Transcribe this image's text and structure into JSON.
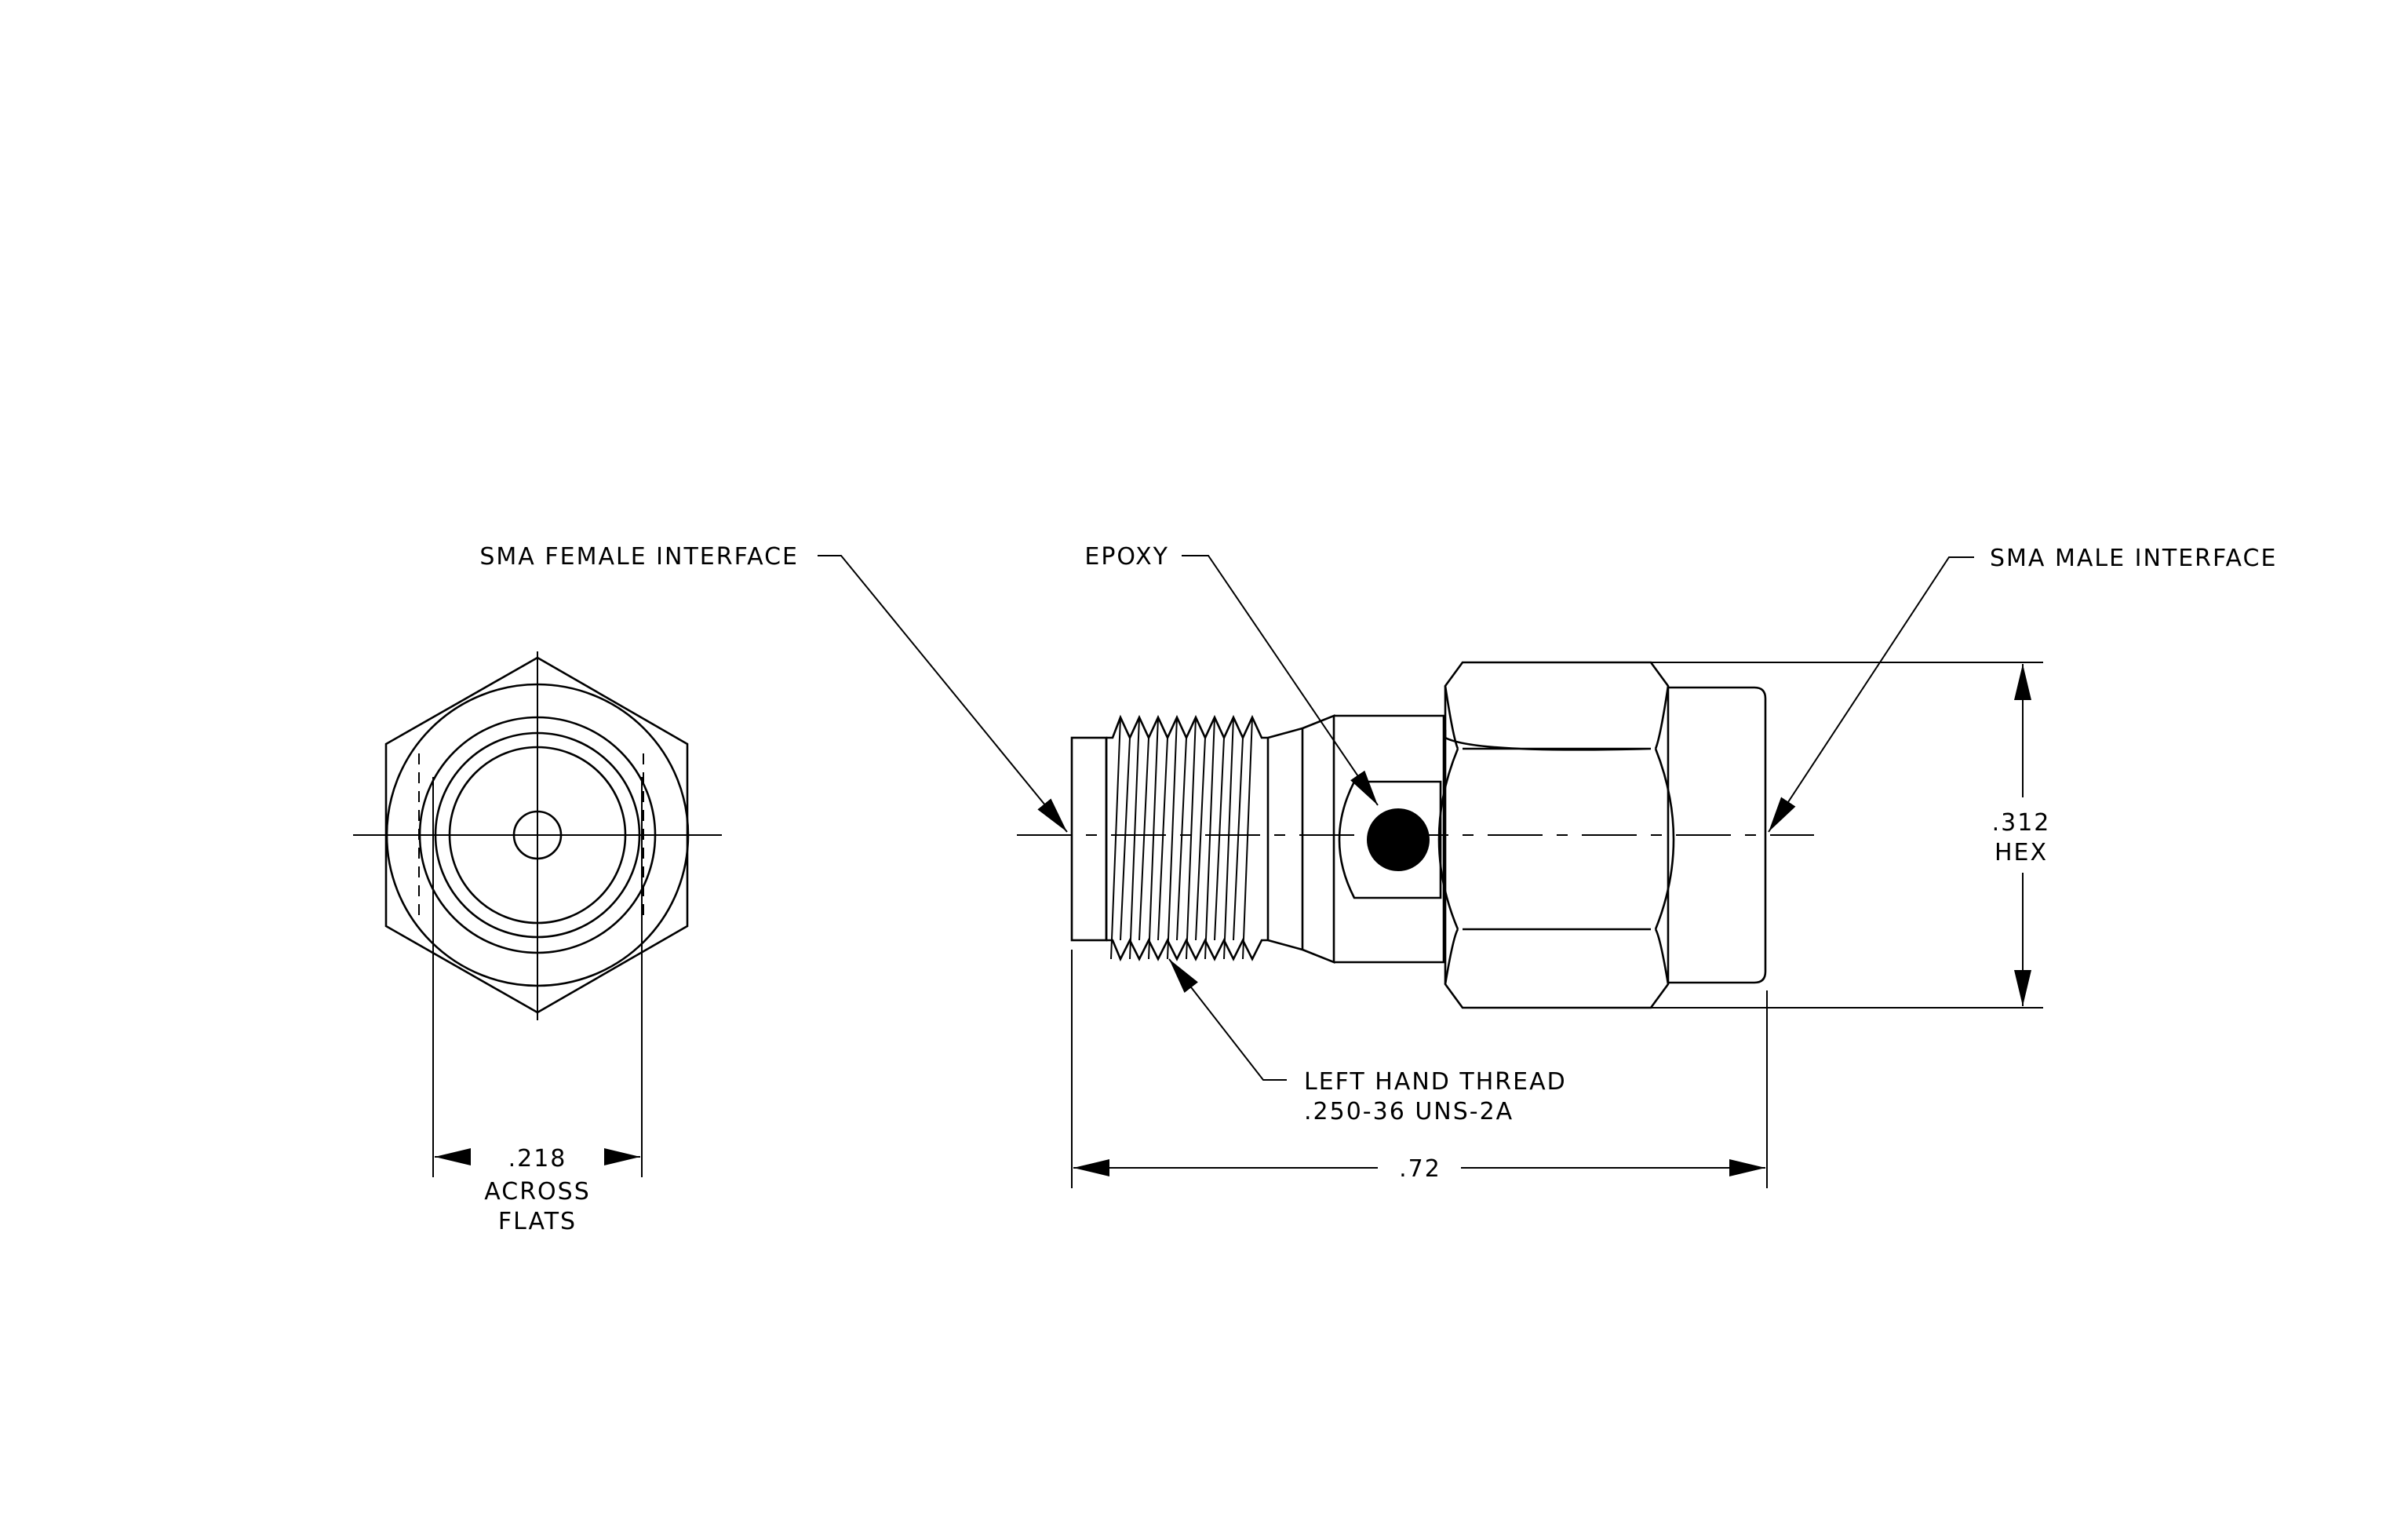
{
  "callouts": {
    "female_interface": "SMA FEMALE INTERFACE",
    "epoxy": "EPOXY",
    "male_interface": "SMA MALE INTERFACE",
    "thread_line1": "LEFT HAND THREAD",
    "thread_line2": ".250-36 UNS-2A"
  },
  "dimensions": {
    "across_flats_value": ".218",
    "across_flats_line1": "ACROSS",
    "across_flats_line2": "FLATS",
    "length_value": ".72",
    "hex_value": ".312",
    "hex_label": "HEX"
  }
}
